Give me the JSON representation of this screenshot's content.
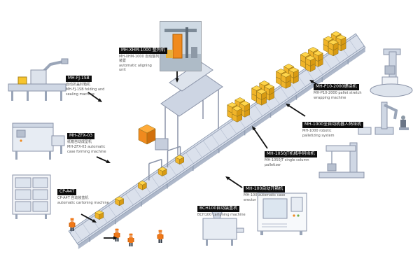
{
  "colors": {
    "box_top": "#ffd54a",
    "box_left": "#f0b429",
    "box_right": "#d89a12",
    "box_stroke": "#8a6d1a",
    "belt": "#dbe1ec",
    "belt_edge": "#93a0b5",
    "belt_side": "#aeb8ca",
    "orange_top": "#ffab3a",
    "orange_left": "#f08a1e",
    "orange_right": "#d1700d",
    "worker": "#f07818",
    "worker_dark": "#d86a10",
    "skin": "#e8a06a",
    "arrow": "#111111"
  },
  "callouts": {
    "sealer": {
      "model": "MH-FJ-1SB",
      "lines": [
        "自动折盖封箱机",
        "MH-FJ-1SB folding and",
        "sealing machine"
      ]
    },
    "former": {
      "model": "MH-ZFX-03",
      "lines": [
        "纸箱自动成型机",
        "MH-ZFX-03 automatic",
        "case forming machine"
      ]
    },
    "cartoner": {
      "model": "CP-A4T",
      "lines": [
        "CP-A4T 自动装盒机",
        "automatic cartoning machine"
      ]
    },
    "aligner": {
      "model": "MH-XHM-1000 整列机",
      "lines": [
        "MH-XHM-1000 自动整列装置",
        "automatic aligning unit"
      ]
    },
    "wrapper": {
      "model": "MH-P10-2000缠绕机",
      "lines": [
        "MH-P10-2000 pallet stretch",
        "wrapping machine"
      ]
    },
    "robot": {
      "model": "MH-1000全自动机器人码垛机",
      "lines": [
        "MH-1000 robotic",
        "palletizing system"
      ]
    },
    "gantry": {
      "model": "MH-1050JT机械手码垛机",
      "lines": [
        "MH-1050JT single column",
        "palletizer"
      ]
    },
    "erector": {
      "model": "MH-100自动开箱机",
      "lines": [
        "MH-100 automatic case",
        "erector"
      ]
    },
    "labeler": {
      "model": "BCH100自动装盒机",
      "lines": [
        "BCH100 cartoning machine"
      ]
    }
  }
}
